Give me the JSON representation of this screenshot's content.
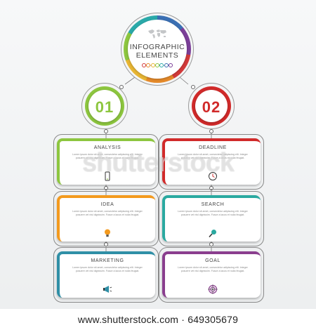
{
  "header": {
    "title_line1": "INFOGRAPHIC",
    "title_line2": "ELEMENTS",
    "map_icon": "world-map-icon",
    "timeline_dot_colors": [
      "#d23a3a",
      "#e58a2a",
      "#e8b634",
      "#8dc63f",
      "#2aa9a9",
      "#3a6fb3",
      "#7b3f98"
    ]
  },
  "branches": [
    {
      "number": "01",
      "color": "#8dc63f"
    },
    {
      "number": "02",
      "color": "#d12a2a"
    }
  ],
  "cards": [
    {
      "title": "ANALYSIS",
      "color": "#8dc63f",
      "icon": "smartphone-icon",
      "text": "Lorem ipsum dolor sit amet, consectetur adipiscing elit. Integer posuere vel nisl dignissim. Fusce a lacus et nulla feugiat."
    },
    {
      "title": "DEADLINE",
      "color": "#d12a2a",
      "icon": "clock-icon",
      "text": "Lorem ipsum dolor sit amet, consectetur adipiscing elit. Integer posuere vel nisl dignissim. Fusce a lacus et nulla feugiat."
    },
    {
      "title": "IDEA",
      "color": "#f39a1e",
      "icon": "light-bulb-icon",
      "text": "Lorem ipsum dolor sit amet, consectetur adipiscing elit. Integer posuere vel nisl dignissim. Fusce a lacus et nulla feugiat."
    },
    {
      "title": "SEARCH",
      "color": "#2aa9a0",
      "icon": "magnifier-icon",
      "text": "Lorem ipsum dolor sit amet, consectetur adipiscing elit. Integer posuere vel nisl dignissim. Fusce a lacus et nulla feugiat."
    },
    {
      "title": "MARKETING",
      "color": "#2f8fa6",
      "icon": "megaphone-icon",
      "text": "Lorem ipsum dolor sit amet, consectetur adipiscing elit. Integer posuere vel nisl dignissim. Fusce a lacus et nulla feugiat."
    },
    {
      "title": "GOAL",
      "color": "#8a3e8e",
      "icon": "target-icon",
      "text": "Lorem ipsum dolor sit amet, consectetur adipiscing elit. Integer posuere vel nisl dignissim. Fusce a lacus et nulla feugiat."
    }
  ],
  "watermark": "shutterstock",
  "footer": "www.shutterstock.com · 649305679"
}
